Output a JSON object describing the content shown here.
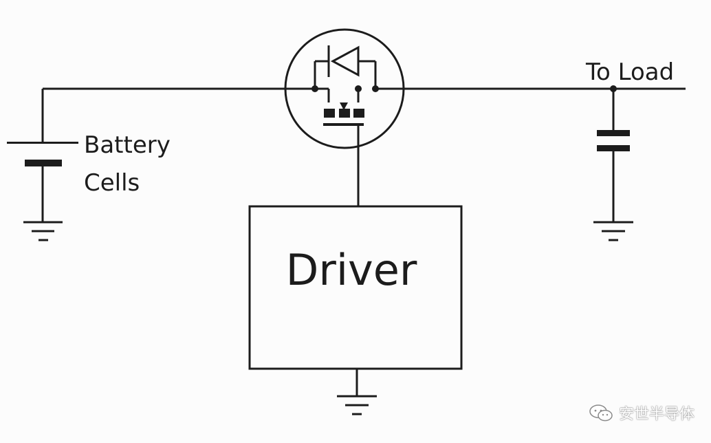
{
  "labels": {
    "battery_line1": "Battery",
    "battery_line2": "Cells",
    "load": "To Load",
    "driver": "Driver"
  },
  "watermark": {
    "text": "安世半导体",
    "icon": "wechat-icon"
  },
  "colors": {
    "line": "#1c1c1c",
    "background": "#fcfcfc"
  }
}
